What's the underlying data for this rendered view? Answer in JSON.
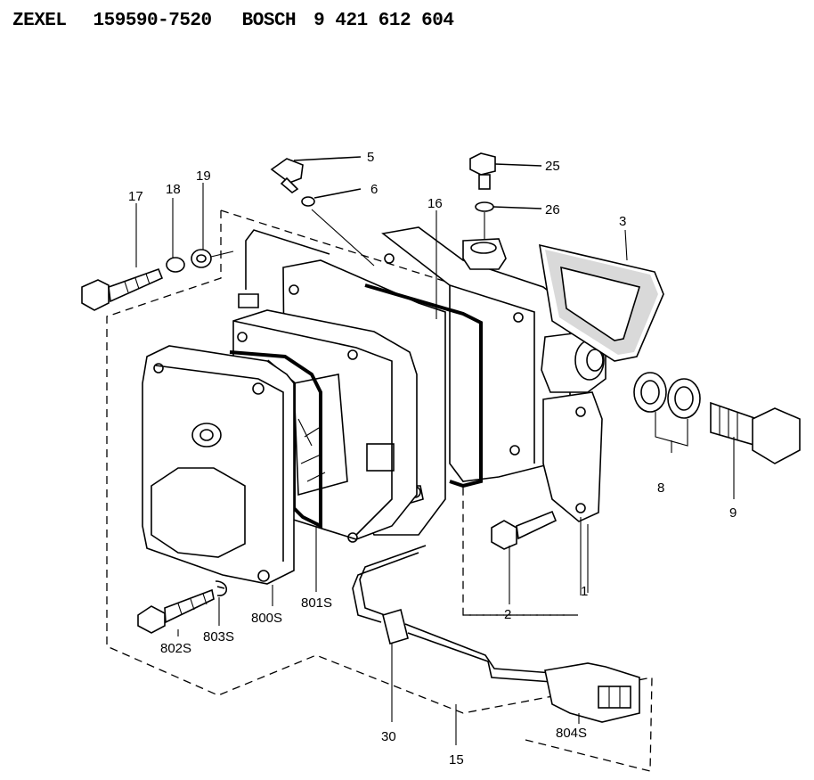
{
  "header": {
    "maker": "ZEXEL",
    "part_number": "159590-7520",
    "ref_maker": "BOSCH",
    "ref_number": "9 421 612 604"
  },
  "labels": {
    "p5": "5",
    "p6": "6",
    "p25": "25",
    "p26": "26",
    "p16": "16",
    "p3": "3",
    "p17": "17",
    "p18": "18",
    "p19": "19",
    "p8": "8",
    "p9": "9",
    "p2": "2",
    "p1": "1",
    "p800s": "800S",
    "p801s": "801S",
    "p802s": "802S",
    "p803s": "803S",
    "p30": "30",
    "p15": "15",
    "p804s": "804S"
  }
}
